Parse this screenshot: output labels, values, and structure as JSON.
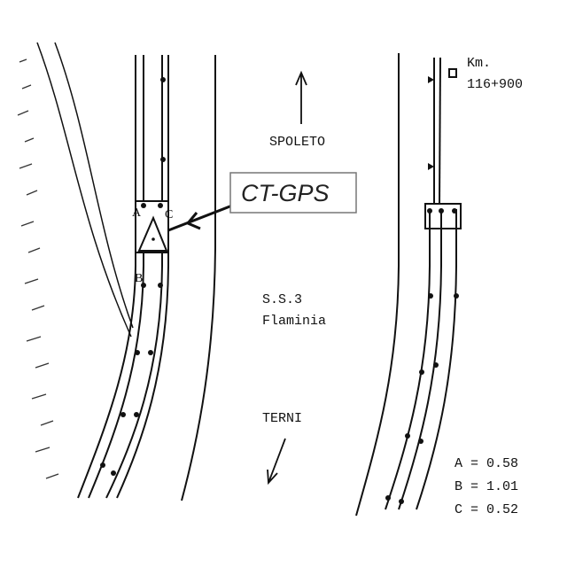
{
  "km_label": "Km.",
  "km_value": "116+900",
  "north_label": "SPOLETO",
  "south_label": "TERNI",
  "road_name_line1": "S.S.3",
  "road_name_line2": "Flaminia",
  "gps_label": "CT-GPS",
  "point_labels": {
    "a": "A",
    "b": "B",
    "c": "C"
  },
  "measurements": [
    "A = 0.58",
    "B = 1.01",
    "C = 0.52"
  ]
}
